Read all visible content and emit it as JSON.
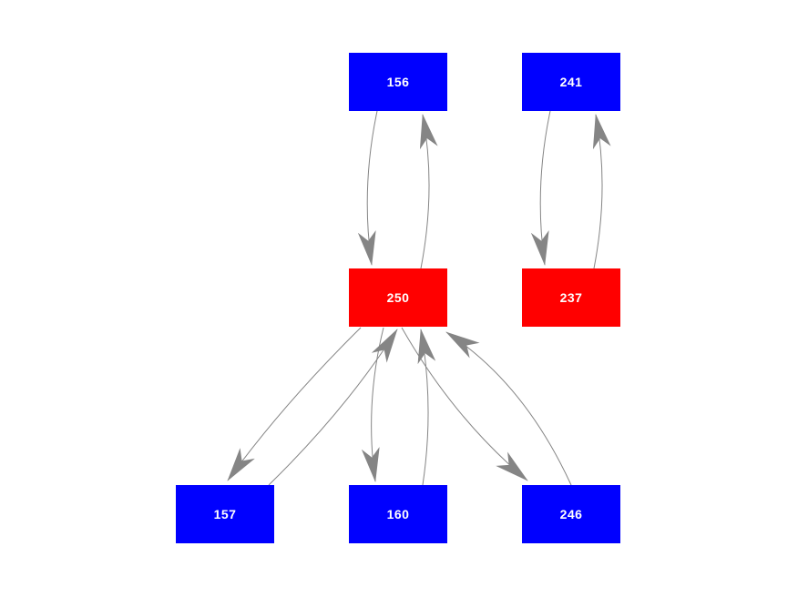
{
  "diagram": {
    "type": "directed-graph",
    "colors": {
      "background": "#ffffff",
      "node_blue": "#0000ff",
      "node_red": "#ff0000",
      "node_text": "#ffffff",
      "edge": "#858585"
    },
    "nodes": [
      {
        "id": "156",
        "label": "156",
        "color_role": "blue",
        "row": "top"
      },
      {
        "id": "241",
        "label": "241",
        "color_role": "blue",
        "row": "top"
      },
      {
        "id": "250",
        "label": "250",
        "color_role": "red",
        "row": "middle"
      },
      {
        "id": "237",
        "label": "237",
        "color_role": "red",
        "row": "middle"
      },
      {
        "id": "157",
        "label": "157",
        "color_role": "blue",
        "row": "bottom"
      },
      {
        "id": "160",
        "label": "160",
        "color_role": "blue",
        "row": "bottom"
      },
      {
        "id": "246",
        "label": "246",
        "color_role": "blue",
        "row": "bottom"
      }
    ],
    "edges": [
      {
        "from": "156",
        "to": "250"
      },
      {
        "from": "250",
        "to": "156"
      },
      {
        "from": "241",
        "to": "237"
      },
      {
        "from": "237",
        "to": "241"
      },
      {
        "from": "250",
        "to": "157"
      },
      {
        "from": "157",
        "to": "250"
      },
      {
        "from": "250",
        "to": "160"
      },
      {
        "from": "160",
        "to": "250"
      },
      {
        "from": "250",
        "to": "246"
      },
      {
        "from": "246",
        "to": "250"
      }
    ]
  }
}
